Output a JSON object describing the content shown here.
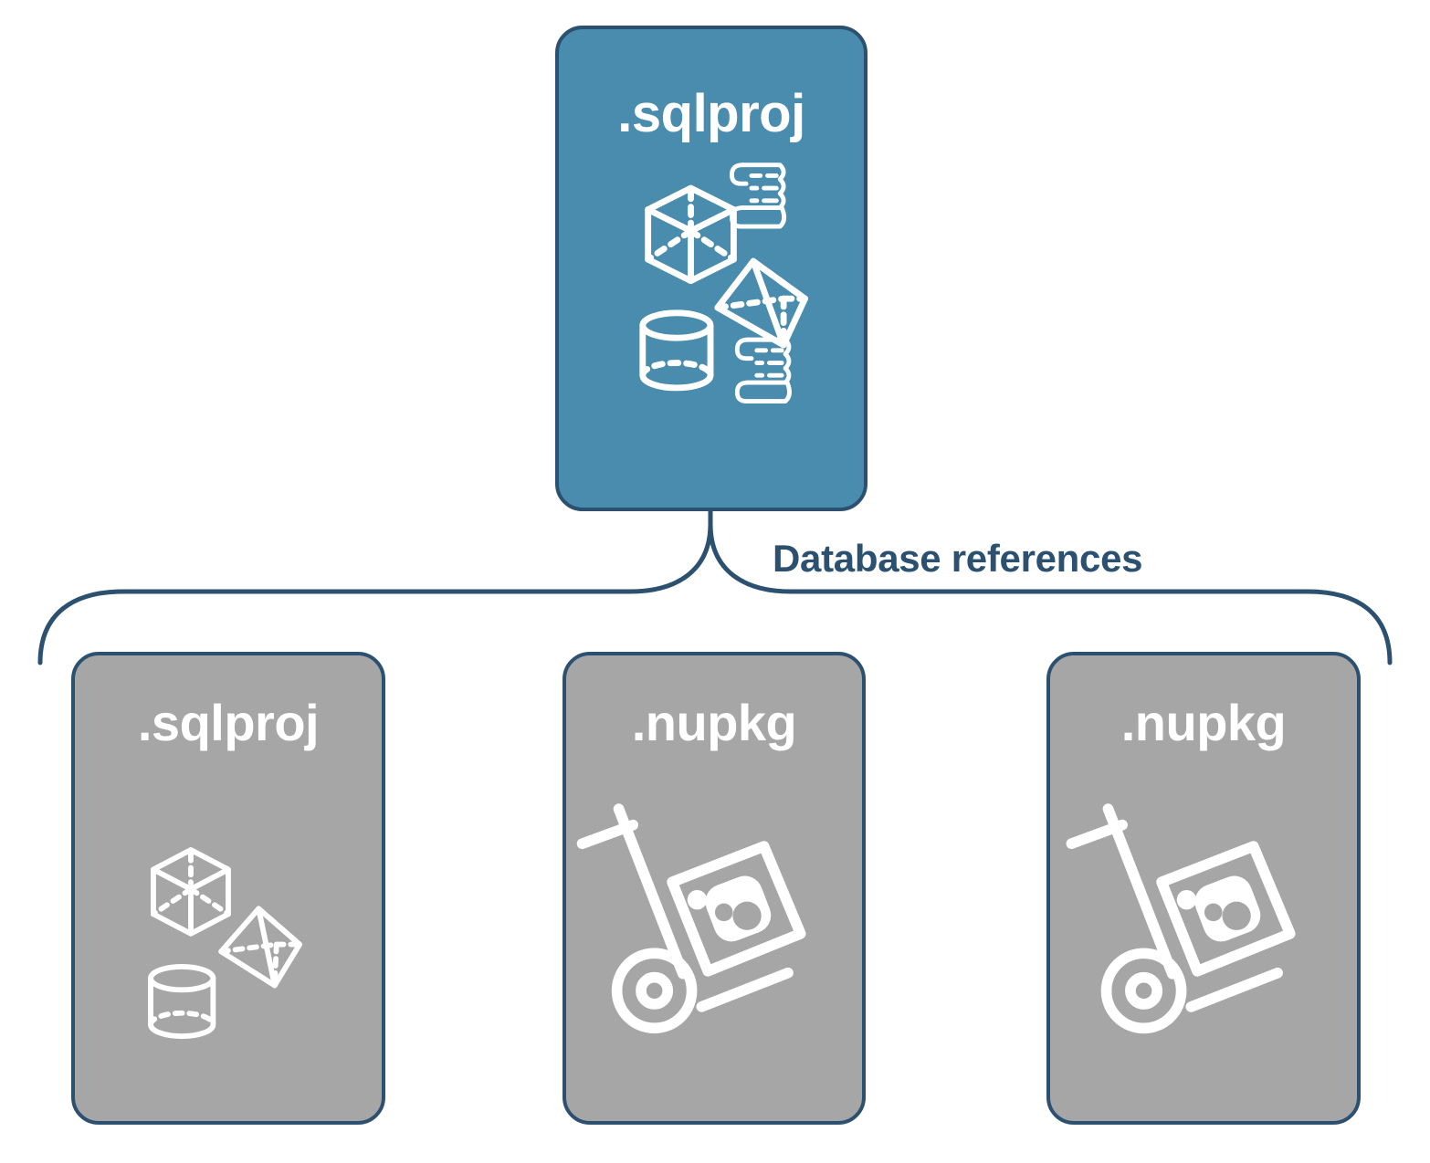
{
  "diagram": {
    "title_text": "Database references",
    "colors": {
      "accent_blue": "#4a8cae",
      "outline_navy": "#2c5170",
      "neutral_gray": "#a6a6a6",
      "icon_white": "#ffffff",
      "page_background": "#ffffff"
    }
  },
  "root_node": {
    "label": ".sqlproj",
    "kind": "sql-database-project",
    "fill": "accent_blue",
    "icons": [
      "cube-wireframe-icon",
      "scroll-script-icon",
      "pyramid-wireframe-icon",
      "cylinder-wireframe-icon",
      "scroll-script-icon"
    ]
  },
  "connector": {
    "label": "Database references",
    "style": "curly-brace",
    "direction": "one-to-many"
  },
  "referenced_nodes": [
    {
      "label": ".sqlproj",
      "kind": "sql-database-project",
      "fill": "neutral_gray",
      "icons": [
        "cube-wireframe-icon",
        "pyramid-wireframe-icon",
        "cylinder-wireframe-icon"
      ]
    },
    {
      "label": ".nupkg",
      "kind": "nuget-package",
      "fill": "neutral_gray",
      "icons": [
        "hand-truck-package-icon"
      ]
    },
    {
      "label": ".nupkg",
      "kind": "nuget-package",
      "fill": "neutral_gray",
      "icons": [
        "hand-truck-package-icon"
      ]
    }
  ]
}
